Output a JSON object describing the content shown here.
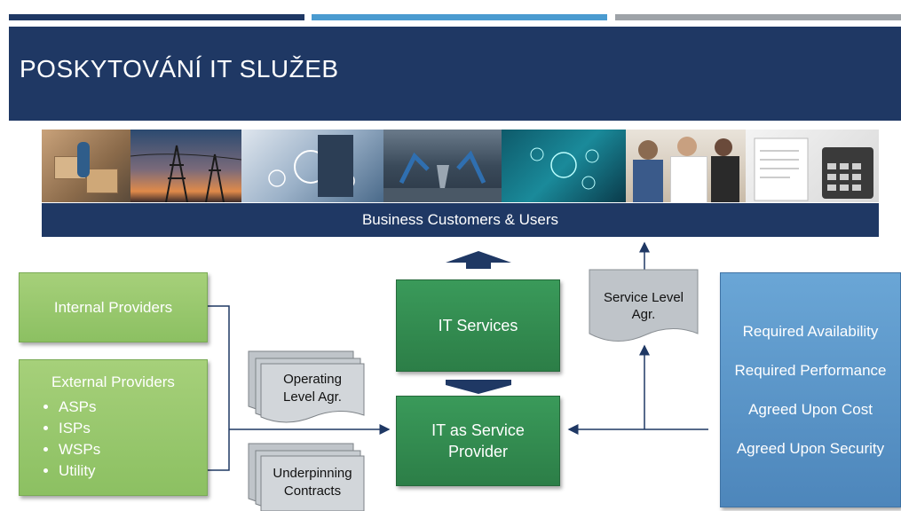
{
  "header": {
    "title": "POSKYTOVÁNÍ IT SLUŽEB"
  },
  "banner": {
    "label": "Business Customers & Users"
  },
  "providers": {
    "internal": "Internal Providers",
    "external_title": "External Providers",
    "external_items": [
      "ASPs",
      "ISPs",
      "WSPs",
      "Utility"
    ]
  },
  "center": {
    "services": "IT Services",
    "provider_line1": "IT as Service",
    "provider_line2": "Provider"
  },
  "documents": {
    "sla_line1": "Service Level",
    "sla_line2": "Agr.",
    "ola_line1": "Operating",
    "ola_line2": "Level Agr.",
    "uc_line1": "Underpinning",
    "uc_line2": "Contracts"
  },
  "requirements": [
    "Required Availability",
    "Required Performance",
    "Agreed Upon Cost",
    "Agreed Upon Security"
  ],
  "colors": {
    "navy": "#1f3864",
    "accent_blue": "#4a9bd0",
    "accent_gray": "#9ea3a8",
    "dark_green": "#2c7e47",
    "light_green": "#8cc062",
    "req_blue": "#4d86bb"
  }
}
